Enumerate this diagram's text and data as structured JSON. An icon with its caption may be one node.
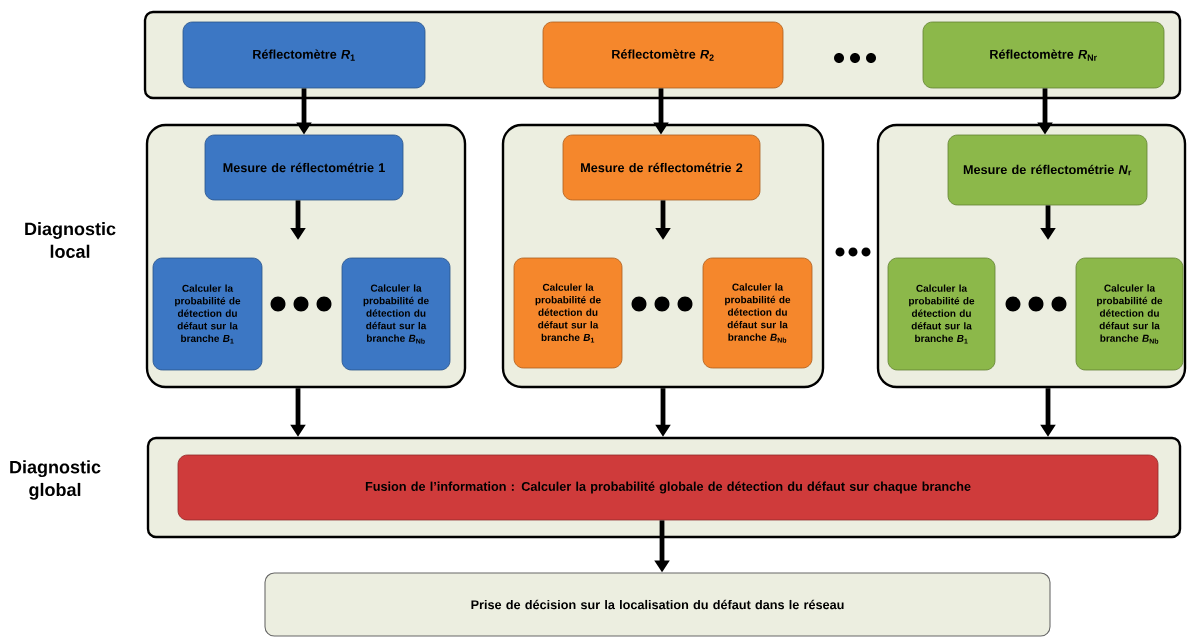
{
  "diagram": {
    "nodes": [
      {
        "text": [],
        "shape": "box"
      },
      {
        "text": [
          "Réflectomètre *R*$_{1}$"
        ],
        "in": 0
      },
      {
        "text": [
          "Réflectomètre *R*$_{2}$"
        ],
        "in": 0
      },
      {
        "text": [
          "Réflectomètre *R*$_{Nr}$"
        ],
        "in": 0
      },
      {
        "text": [],
        "shape": "box"
      },
      {
        "text": [
          "Mesure de réflectométrie 1"
        ],
        "in": 4
      },
      {
        "text": [
          "Calculer la probabilité de détection du défaut sur la branche *B*$_{1}$"
        ],
        "in": 4
      },
      {
        "text": [
          "Calculer la probabilité de détection du défaut sur la branche *B*$_{Nb}$"
        ],
        "in": 4
      },
      {
        "text": [],
        "shape": "box"
      },
      {
        "text": [
          "Mesure de réflectométrie 2"
        ],
        "in": 8
      },
      {
        "text": [
          "Calculer la probabilité de détection du défaut sur la branche *B*$_{1}$"
        ],
        "in": 8
      },
      {
        "text": [
          "Calculer la probabilité de détection du défaut sur la branche *B*$_{Nb}$"
        ],
        "in": 8
      },
      {
        "text": [],
        "shape": "box"
      },
      {
        "text": [
          "Mesure de réflectométrie *N*$_{r}$"
        ],
        "in": 12
      },
      {
        "text": [
          "Calculer la probabilité de détection du défaut sur la branche *B*$_{1}$"
        ],
        "in": 12
      },
      {
        "text": [
          "Calculer la probabilité de détection du défaut sur la branche *B*$_{Nb}$"
        ],
        "in": 12
      },
      {
        "text": [],
        "shape": "box"
      },
      {
        "text": [
          "Fusion de l’information : Calculer la probabilité globale de détection du défaut sur chaque branche"
        ],
        "in": 16
      },
      {
        "text": [
          "Prise de décision sur la localisation du défaut dans le réseau"
        ]
      }
    ],
    "edges": [
      {
        "from": 1,
        "to": 5,
        "arrow": "to"
      },
      {
        "from": 2,
        "to": 9,
        "arrow": "to"
      },
      {
        "from": 3,
        "to": 13,
        "arrow": "to"
      },
      {
        "from": 5,
        "to": null,
        "arrow": "to"
      },
      {
        "from": 9,
        "to": null,
        "arrow": "to"
      },
      {
        "from": 13,
        "to": null,
        "arrow": "to"
      },
      {
        "from": 4,
        "to": 16,
        "arrow": "to"
      },
      {
        "from": 8,
        "to": 16,
        "arrow": "to"
      },
      {
        "from": 12,
        "to": 16,
        "arrow": "to"
      },
      {
        "from": 17,
        "to": 18,
        "arrow": "to"
      }
    ],
    "labels": [
      "Diagnostic local",
      "Diagnostic global"
    ]
  }
}
